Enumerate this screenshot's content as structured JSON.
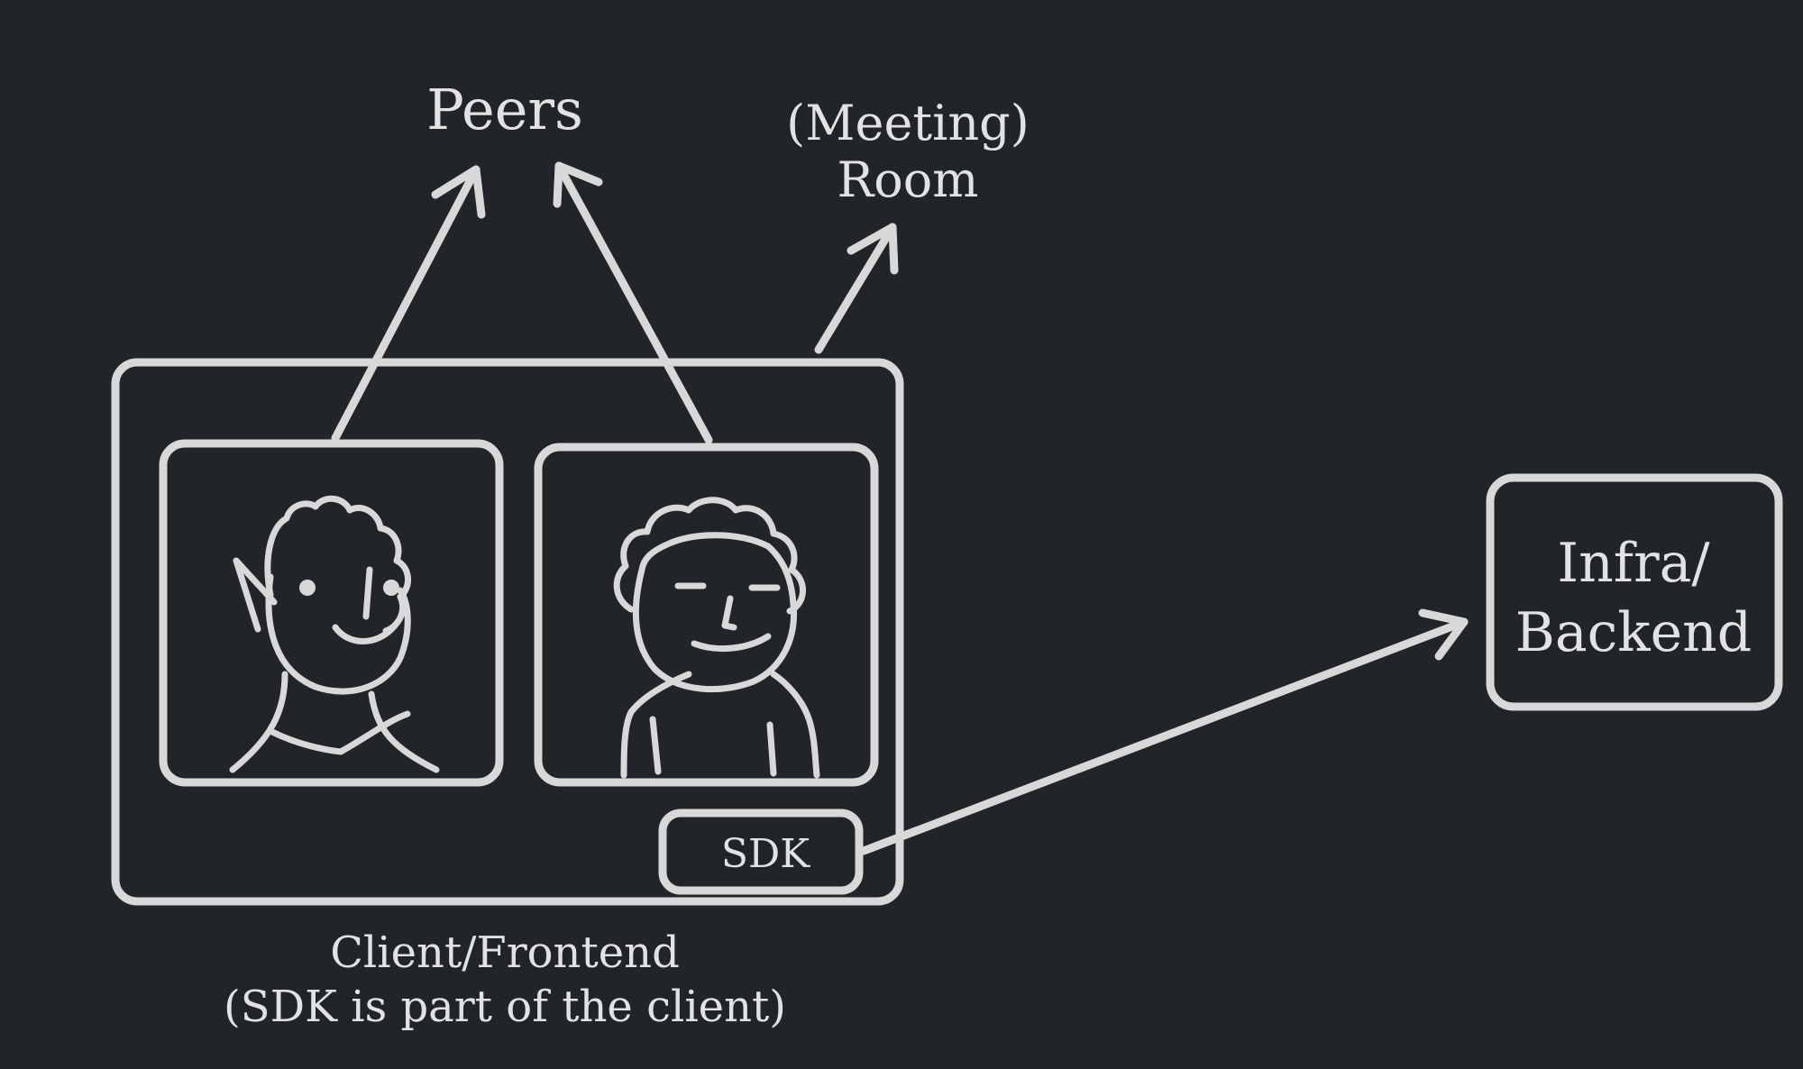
{
  "labels": {
    "peers": "Peers",
    "meeting_room_line1": "(Meeting)",
    "meeting_room_line2": "Room",
    "infra_line1": "Infra/",
    "infra_line2": "Backend",
    "sdk": "SDK",
    "client_line1": "Client/Frontend",
    "client_line2": "(SDK is part of the client)"
  },
  "colors": {
    "background": "#212529",
    "stroke": "#d8d8d8",
    "text": "#e2e2e2"
  }
}
